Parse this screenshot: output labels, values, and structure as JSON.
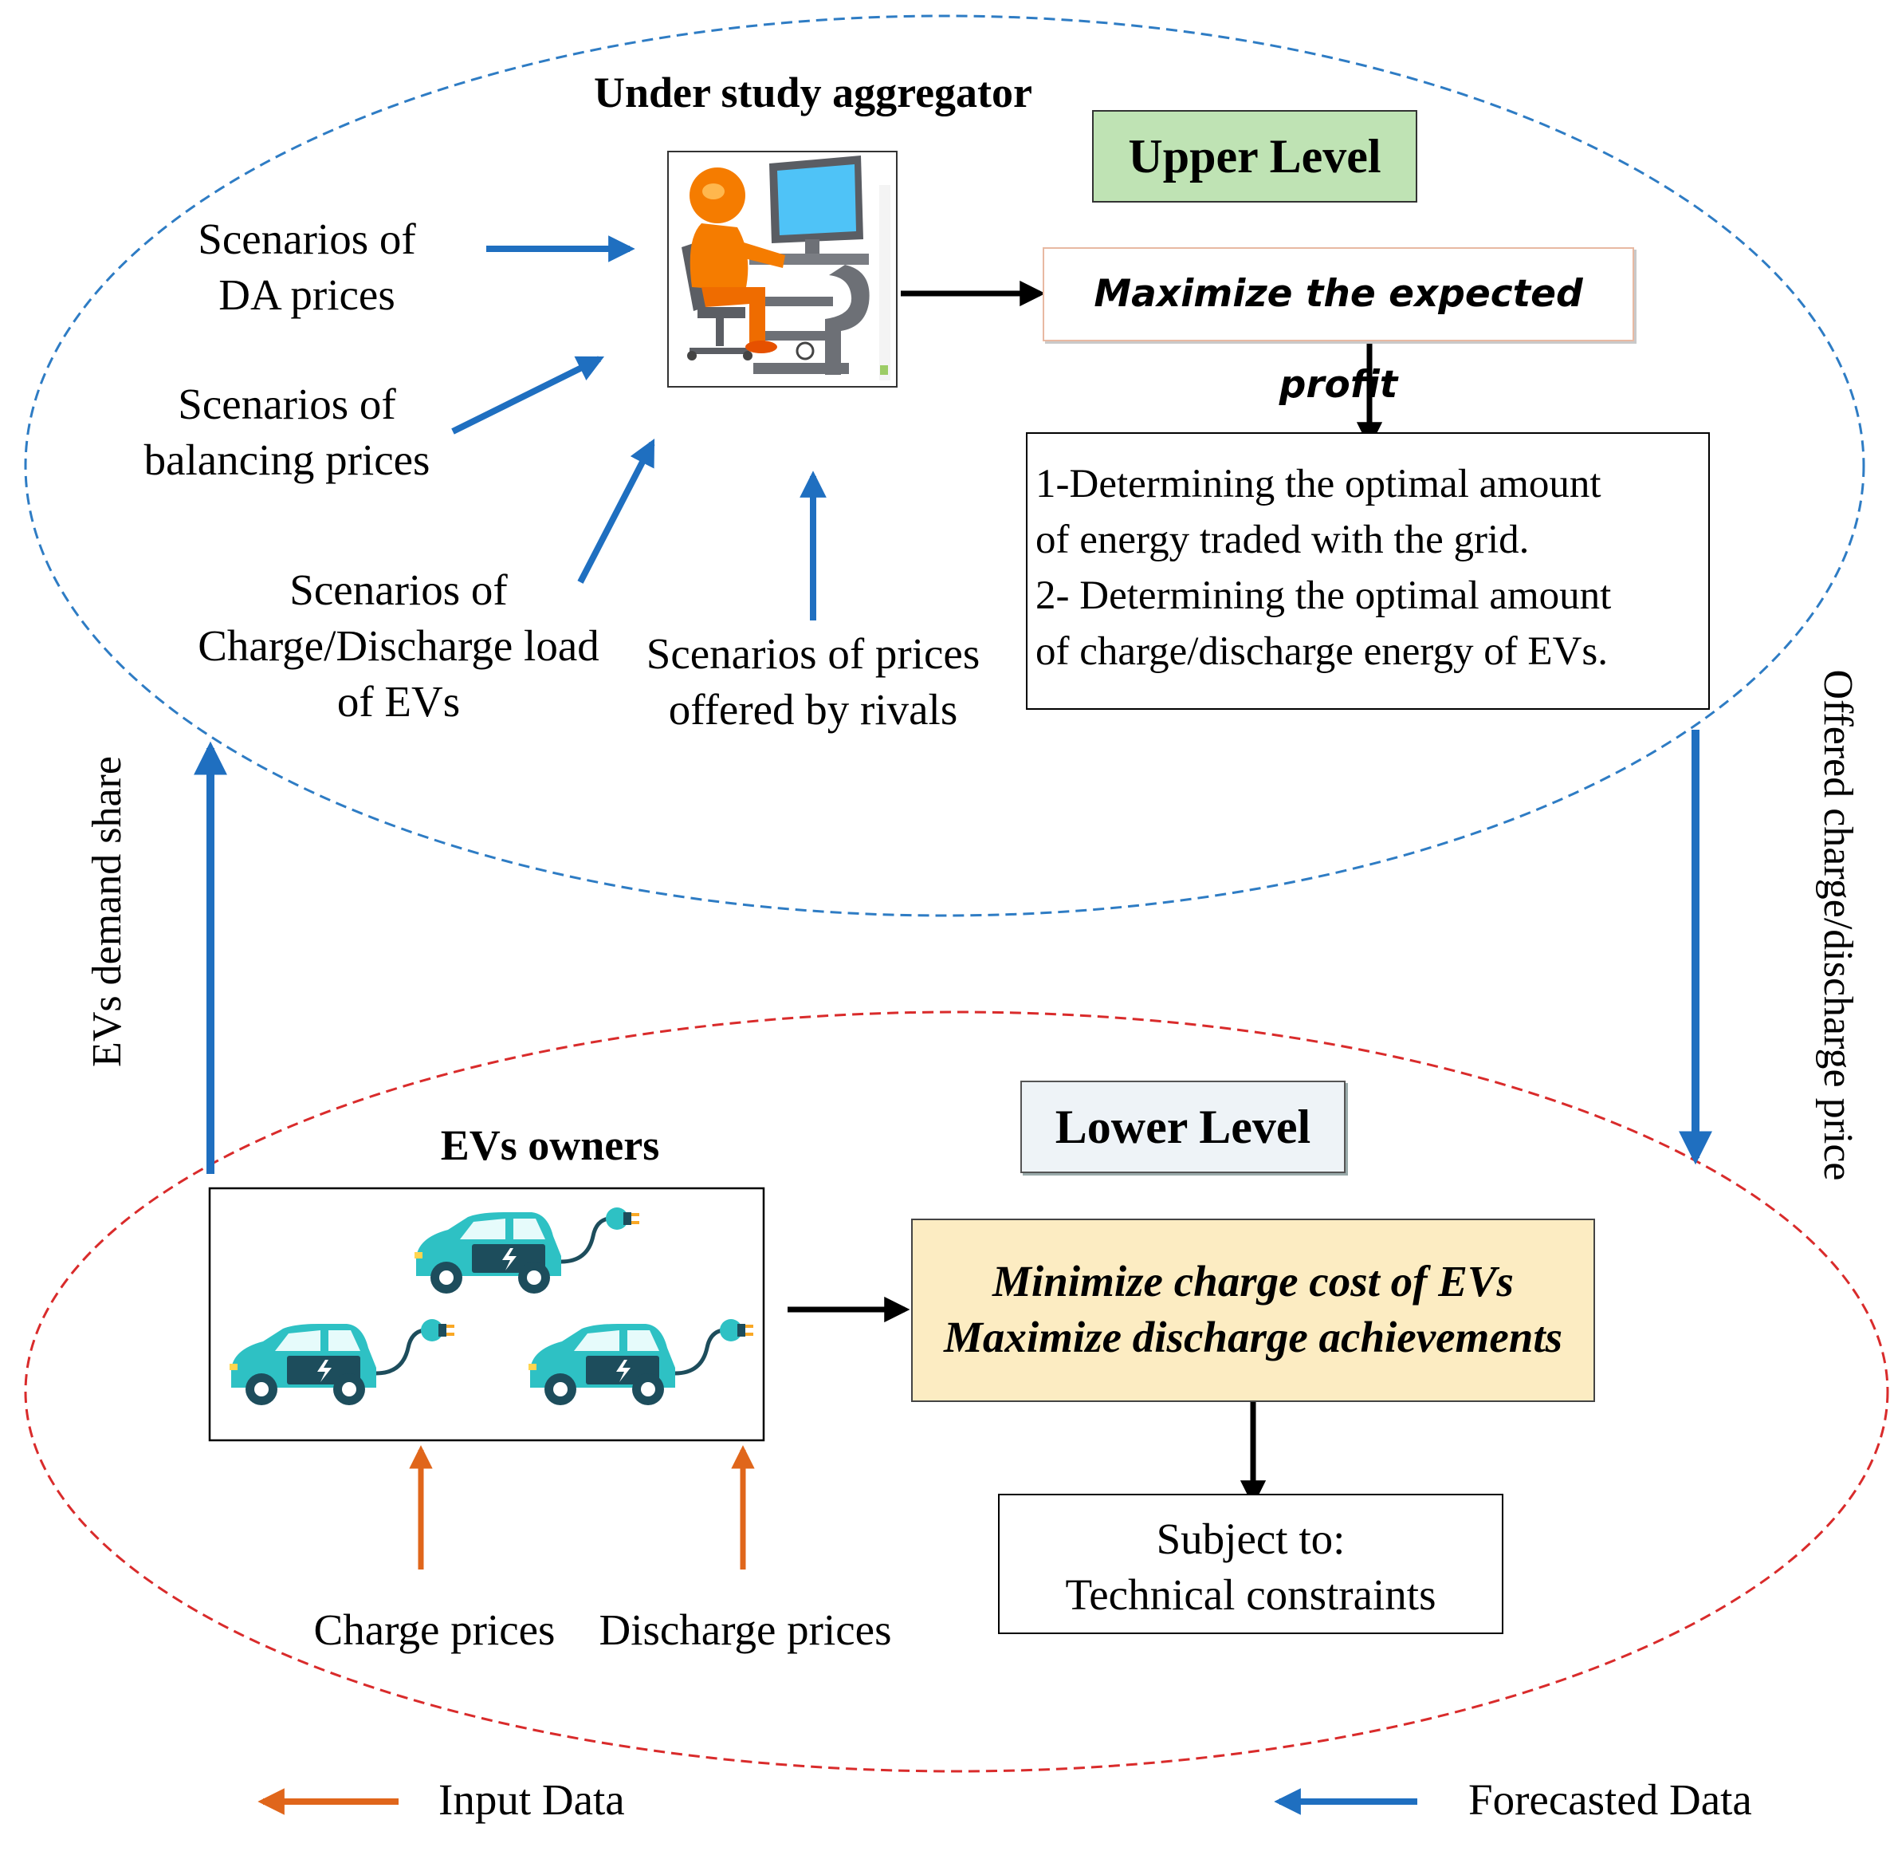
{
  "upper": {
    "aggregator_title": "Under study aggregator",
    "level_label": "Upper Level",
    "objective": "Maximize the expected profit",
    "results": [
      "1-Determining the optimal amount",
      "of energy traded with the grid.",
      "2- Determining the optimal amount",
      "of charge/discharge energy of EVs."
    ],
    "inputs": {
      "da_prices": [
        "Scenarios of",
        "DA prices"
      ],
      "balancing_prices": [
        "Scenarios of",
        "balancing prices"
      ],
      "ev_load": [
        "Scenarios of",
        "Charge/Discharge load",
        "of EVs"
      ],
      "rival_prices": [
        "Scenarios of prices",
        "offered by rivals"
      ]
    }
  },
  "lower": {
    "owners_title": "EVs owners",
    "level_label": "Lower Level",
    "objectives": [
      "Minimize charge cost of EVs",
      "Maximize discharge achievements"
    ],
    "constraints": [
      "Subject to:",
      "Technical constraints"
    ],
    "inputs": {
      "charge_prices": "Charge prices",
      "discharge_prices": "Discharge prices"
    }
  },
  "links": {
    "demand_share": "EVs demand share",
    "offered_price": "Offered charge/discharge price"
  },
  "legend": {
    "input_data": "Input Data",
    "forecasted_data": "Forecasted Data"
  },
  "colors": {
    "blue_arrow": "#1f6fc0",
    "orange_arrow": "#e0661b",
    "upper_ellipse": "#2e7cc4",
    "lower_ellipse": "#d92b2b",
    "upper_level_fill": "#bfe3b4",
    "lower_objective_fill": "#fcecc2",
    "lower_level_fill": "#eef3f7"
  },
  "icons": {
    "aggregator": "person-at-computer-icon",
    "ev": "electric-car-icon"
  }
}
